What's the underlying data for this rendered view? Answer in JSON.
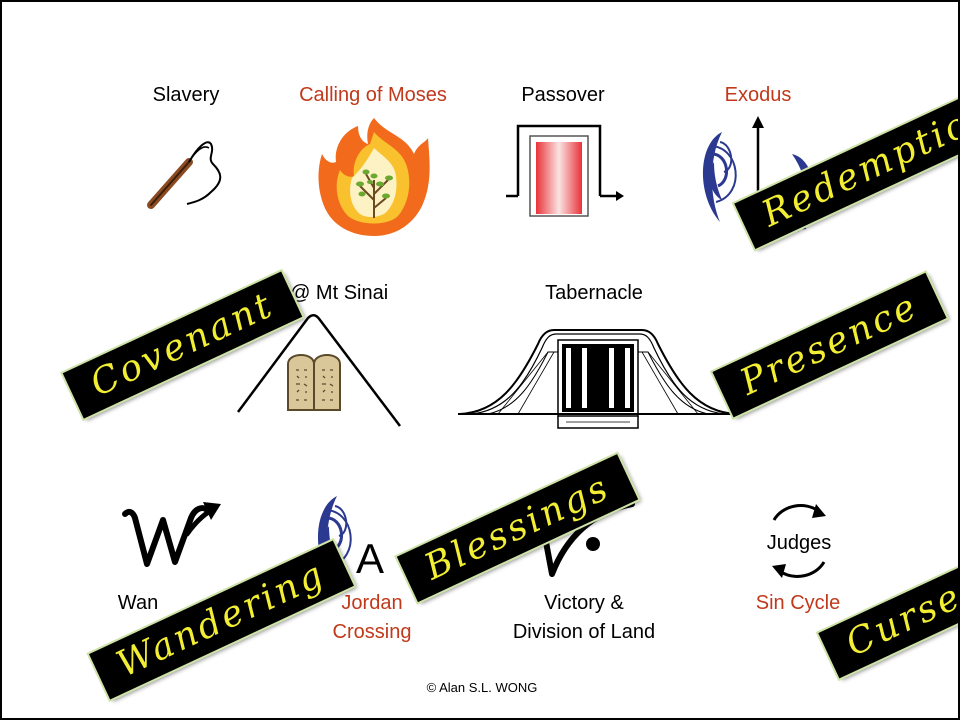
{
  "row1": {
    "slavery": "Slavery",
    "calling": "Calling of Moses",
    "passover": "Passover",
    "exodus": "Exodus"
  },
  "row2": {
    "law": "Law @ Mt Sinai",
    "tabernacle": "Tabernacle"
  },
  "row3": {
    "wandering_partial": "Wan",
    "jordan_line1": "Jordan",
    "jordan_line2": "Crossing",
    "jordan_letter": "A",
    "victory_line1": "Victory &",
    "victory_line2": "Division of Land",
    "judges": "Judges",
    "sin_cycle": "Sin Cycle"
  },
  "banners": {
    "redemption": "Redemption",
    "covenant": "Covenant",
    "presence": "Presence",
    "blessings": "Blessings",
    "wandering": "Wandering",
    "curses": "Curses"
  },
  "colors": {
    "accent_red": "#c0391b",
    "banner_bg": "#000000",
    "banner_text": "#f2ee33"
  },
  "copyright": "© Alan S.L. WONG"
}
